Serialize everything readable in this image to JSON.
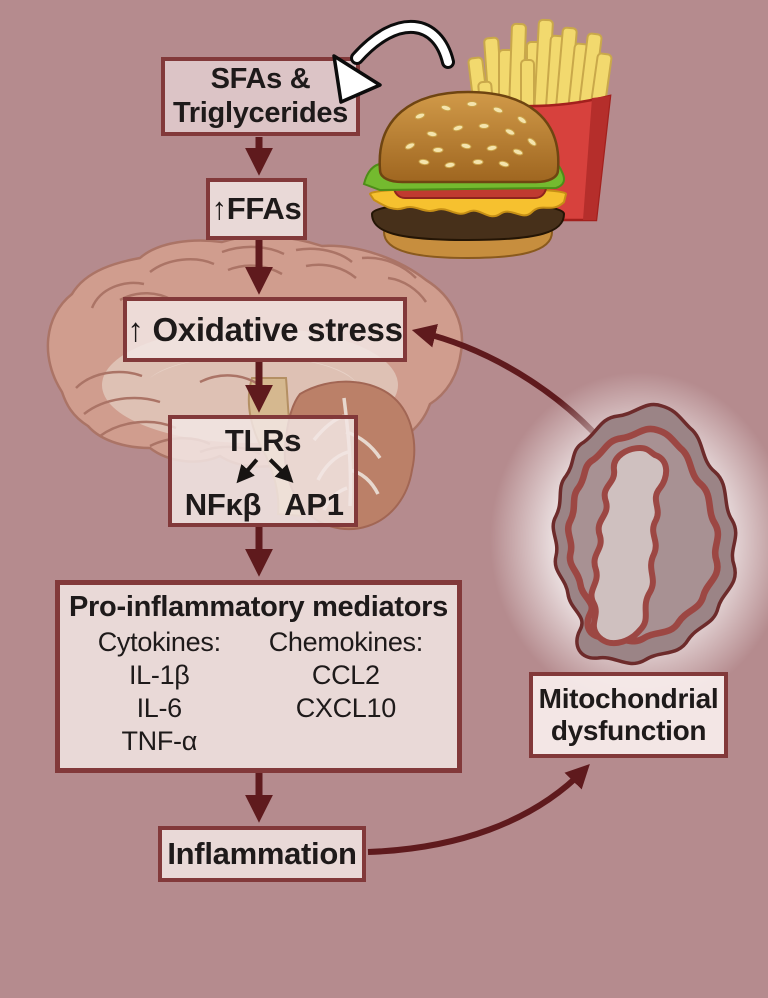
{
  "figure": {
    "palette": {
      "background": "#b58b8e",
      "box_fill": "#eee0de",
      "box_border": "#82393a",
      "flow_arrow": "#5f1a1d",
      "text": "#1e1a1a"
    },
    "nodes": {
      "sfa": {
        "line1": "SFAs &",
        "line2": "Triglycerides"
      },
      "ffas": {
        "label": "↑FFAs"
      },
      "oxidative": {
        "label": "↑ Oxidative stress"
      },
      "tlrs": {
        "title": "TLRs",
        "left": "NFκβ",
        "right": "AP1"
      },
      "mediators": {
        "title": "Pro-inflammatory mediators",
        "left_header": "Cytokines:",
        "left_items": [
          "IL-1β",
          "IL-6",
          "TNF-α"
        ],
        "right_header": "Chemokines:",
        "right_items": [
          "CCL2",
          "CXCL10"
        ]
      },
      "inflammation": {
        "label": "Inflammation"
      },
      "mito": {
        "line1": "Mitochondrial",
        "line2": "dysfunction"
      }
    },
    "illustrations": {
      "food": "cheeseburger-and-french-fries",
      "food_arrow": "white-curved-arrow-to-sfa-box",
      "brain": "brain-sagittal-section-behind-boxes",
      "mitochondrion": "damaged-mitochondrion-with-white-glow"
    }
  }
}
